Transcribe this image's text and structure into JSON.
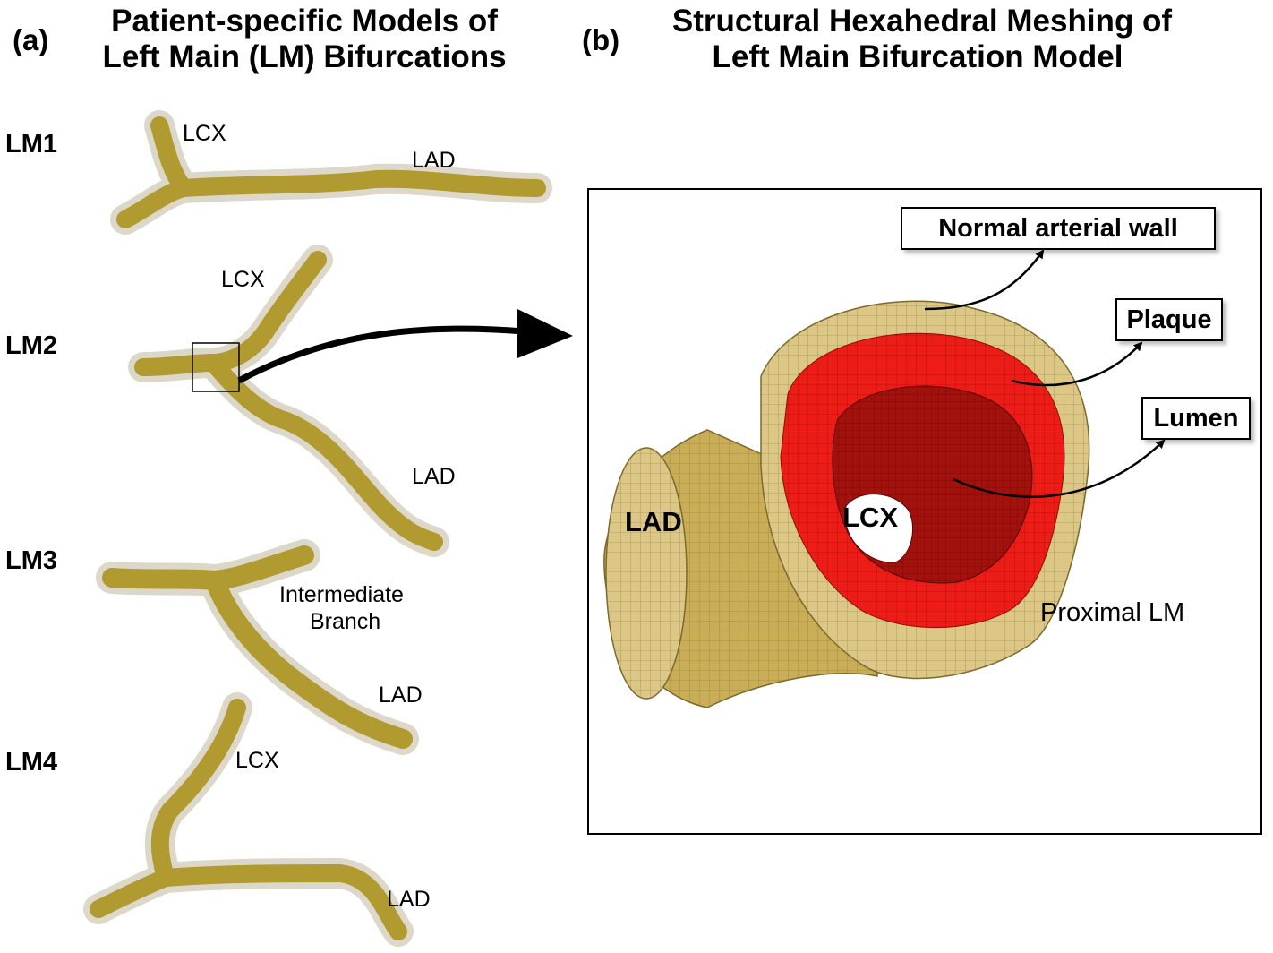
{
  "panel_a": {
    "letter": "(a)",
    "title_line1": "Patient-specific Models of",
    "title_line2": "Left Main (LM) Bifurcations",
    "models": [
      {
        "name": "LM1",
        "branch_labels": [
          "LCX",
          "LAD"
        ]
      },
      {
        "name": "LM2",
        "branch_labels": [
          "LCX",
          "LAD"
        ]
      },
      {
        "name": "LM3",
        "branch_labels": [
          "Intermediate",
          "Branch",
          "LAD"
        ]
      },
      {
        "name": "LM4",
        "branch_labels": [
          "LCX",
          "LAD"
        ]
      }
    ]
  },
  "panel_b": {
    "letter": "(b)",
    "title_line1": "Structural Hexahedral Meshing of",
    "title_line2": "Left Main Bifurcation Model",
    "callouts": [
      "Normal arterial wall",
      "Plaque",
      "Lumen"
    ],
    "region_labels": [
      "LAD",
      "LCX",
      "Proximal LM"
    ]
  },
  "colors": {
    "vessel": "#b19a2f",
    "vessel_halo": "#d9d4c4",
    "wall": "#dcc787",
    "plaque": "#ee1c17",
    "lumen": "#9a0f0b"
  }
}
